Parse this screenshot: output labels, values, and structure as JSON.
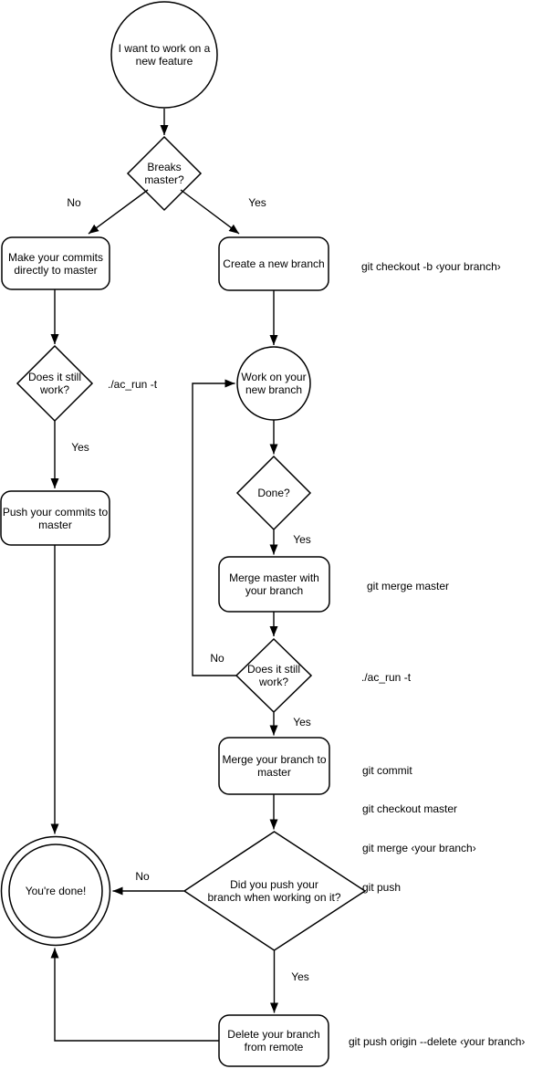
{
  "colors": {
    "background": "#ffffff",
    "stroke": "#000000",
    "text": "#000000"
  },
  "nodes": {
    "start": "I want to work on a new feature",
    "breaks_master": "Breaks master?",
    "make_commits": "Make your commits directly to master",
    "create_branch": "Create a new branch",
    "still_work_left": "Does it still work?",
    "push_commits": "Push your commits to master",
    "work_branch": "Work on your new branch",
    "done_q": "Done?",
    "merge_master": "Merge master with your branch",
    "still_work_right": "Does it still work?",
    "merge_branch": "Merge your branch to master",
    "did_push": "Did you push your\nbranch when working on it?",
    "youre_done": "You're done!",
    "delete_remote": "Delete your branch from remote"
  },
  "edge_labels": {
    "no_breaks": "No",
    "yes_breaks": "Yes",
    "yes_still_left": "Yes",
    "yes_done": "Yes",
    "no_still_right": "No",
    "yes_still_right": "Yes",
    "no_did_push": "No",
    "yes_did_push": "Yes"
  },
  "annotations": {
    "checkout_cmd": "git checkout -b ‹your branch›",
    "ac_run_left": "./ac_run -t",
    "merge_master_cmd": "git merge master",
    "ac_run_right": "./ac_run -t",
    "merge_cmds": [
      "git commit",
      "git checkout master",
      "git merge ‹your branch›",
      "git push"
    ],
    "delete_cmd": "git push origin --delete ‹your branch›"
  }
}
